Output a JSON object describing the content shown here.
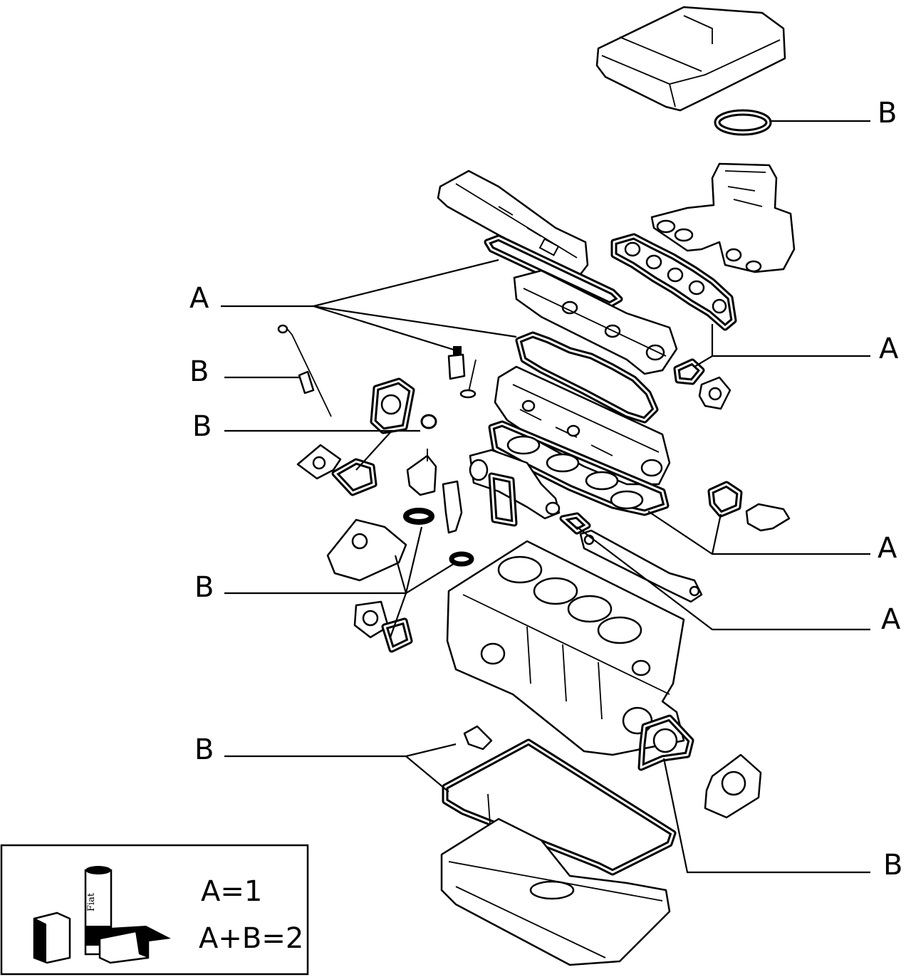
{
  "callouts": {
    "b_air_filter_seal": "B",
    "a_head_gaskets": "A",
    "b_dipstick_seal": "B",
    "b_thermostat": "B",
    "a_intake_exhaust": "A",
    "b_water_pump": "B",
    "a_head_gasket": "A",
    "a_oil_pipe": "A",
    "b_oil_pan": "B",
    "b_rear_seal": "B"
  },
  "legend": {
    "can_label": "Fiat",
    "line_a": "A=1",
    "line_ab": "A+B=2"
  }
}
